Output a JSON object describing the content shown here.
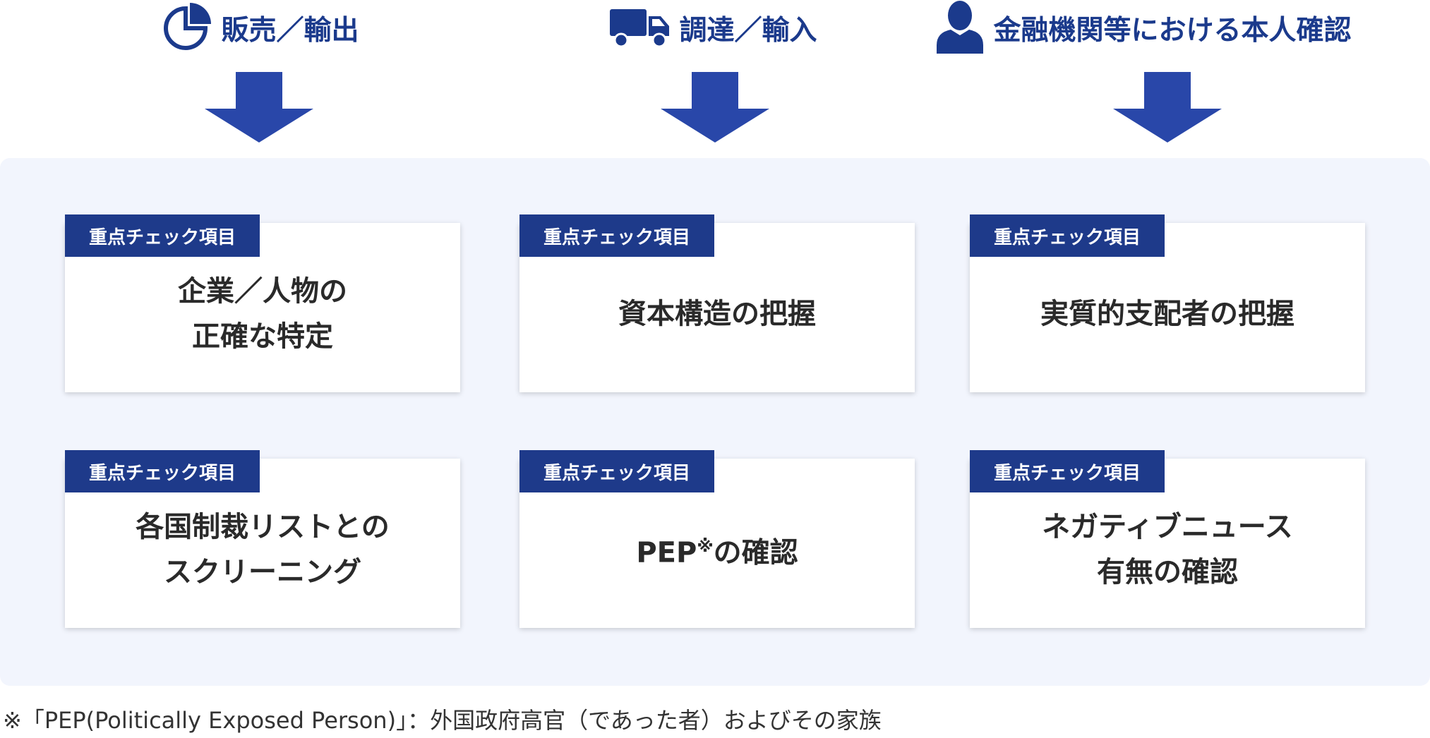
{
  "columns": [
    {
      "title": "販売／輸出",
      "icon": "pie-chart-icon"
    },
    {
      "title": "調達／輸入",
      "icon": "truck-icon"
    },
    {
      "title": "金融機関等における本人確認",
      "icon": "person-icon"
    }
  ],
  "tag_label": "重点チェック項目",
  "cards": [
    {
      "text": "企業／人物の\n正確な特定"
    },
    {
      "text": "資本構造の把握"
    },
    {
      "text": "実質的支配者の把握"
    },
    {
      "text": "各国制裁リストとの\nスクリーニング"
    },
    {
      "text_main": "PEP",
      "text_sup": "※",
      "text_rest": "の確認"
    },
    {
      "text": "ネガティブニュース\n有無の確認"
    }
  ],
  "footnote": "※「PEP(Politically Exposed Person)」：外国政府高官（であった者）およびその家族",
  "colors": {
    "primary": "#1e3a8a",
    "arrow": "#2947a9",
    "panel": "#f2f5fd"
  }
}
